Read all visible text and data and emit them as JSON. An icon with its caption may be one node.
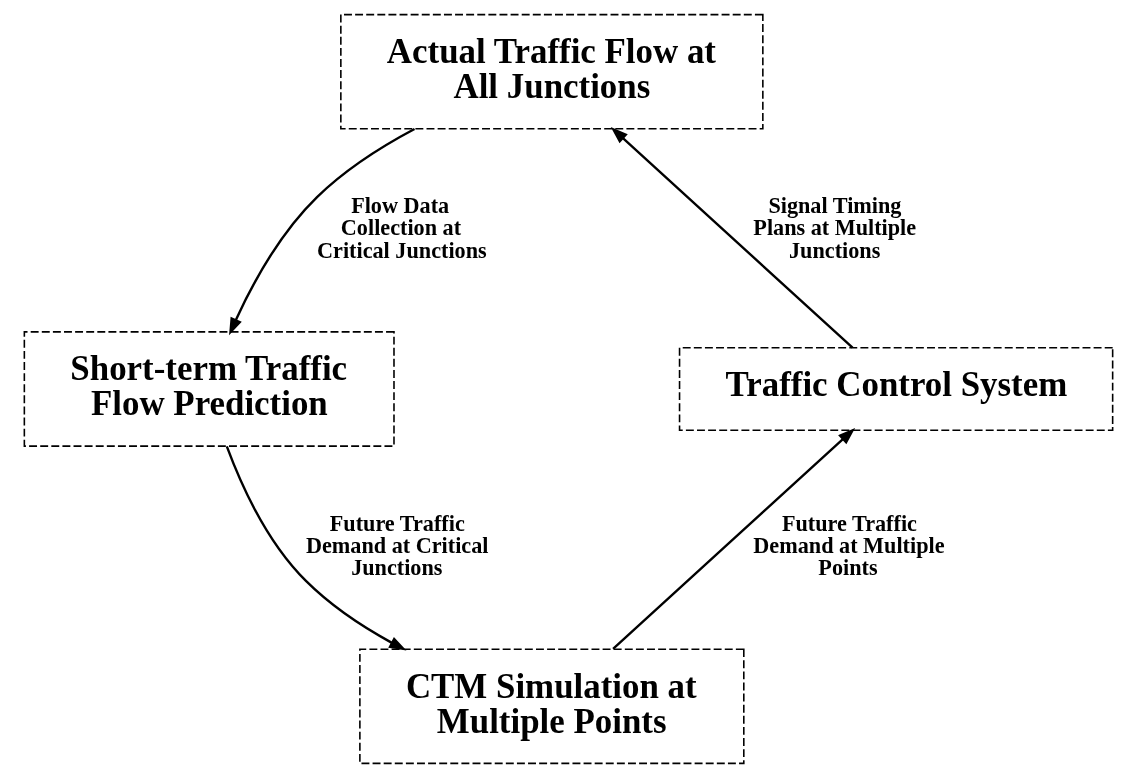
{
  "diagram": {
    "nodes": [
      {
        "text": [
          "Actual Traffic Flow at All Junctions"
        ]
      },
      {
        "text": [
          "Short-term Traffic Flow Prediction"
        ]
      },
      {
        "text": [
          "Traffic Control System"
        ]
      },
      {
        "text": [
          "CTM Simulation at Multiple Points"
        ]
      }
    ],
    "edges": [
      {
        "from": 0,
        "to": 1,
        "arrow": "to",
        "label": "Flow Data Collection at Critical Junctions"
      },
      {
        "from": 1,
        "to": 3,
        "arrow": "to",
        "label": "Future Traffic Demand at Critical Junctions"
      },
      {
        "from": 3,
        "to": 2,
        "arrow": "to",
        "label": "Future Traffic Demand at Multiple Points"
      },
      {
        "from": 2,
        "to": 0,
        "arrow": "to",
        "label": "Signal Timing Plans at Multiple Junctions"
      }
    ]
  }
}
